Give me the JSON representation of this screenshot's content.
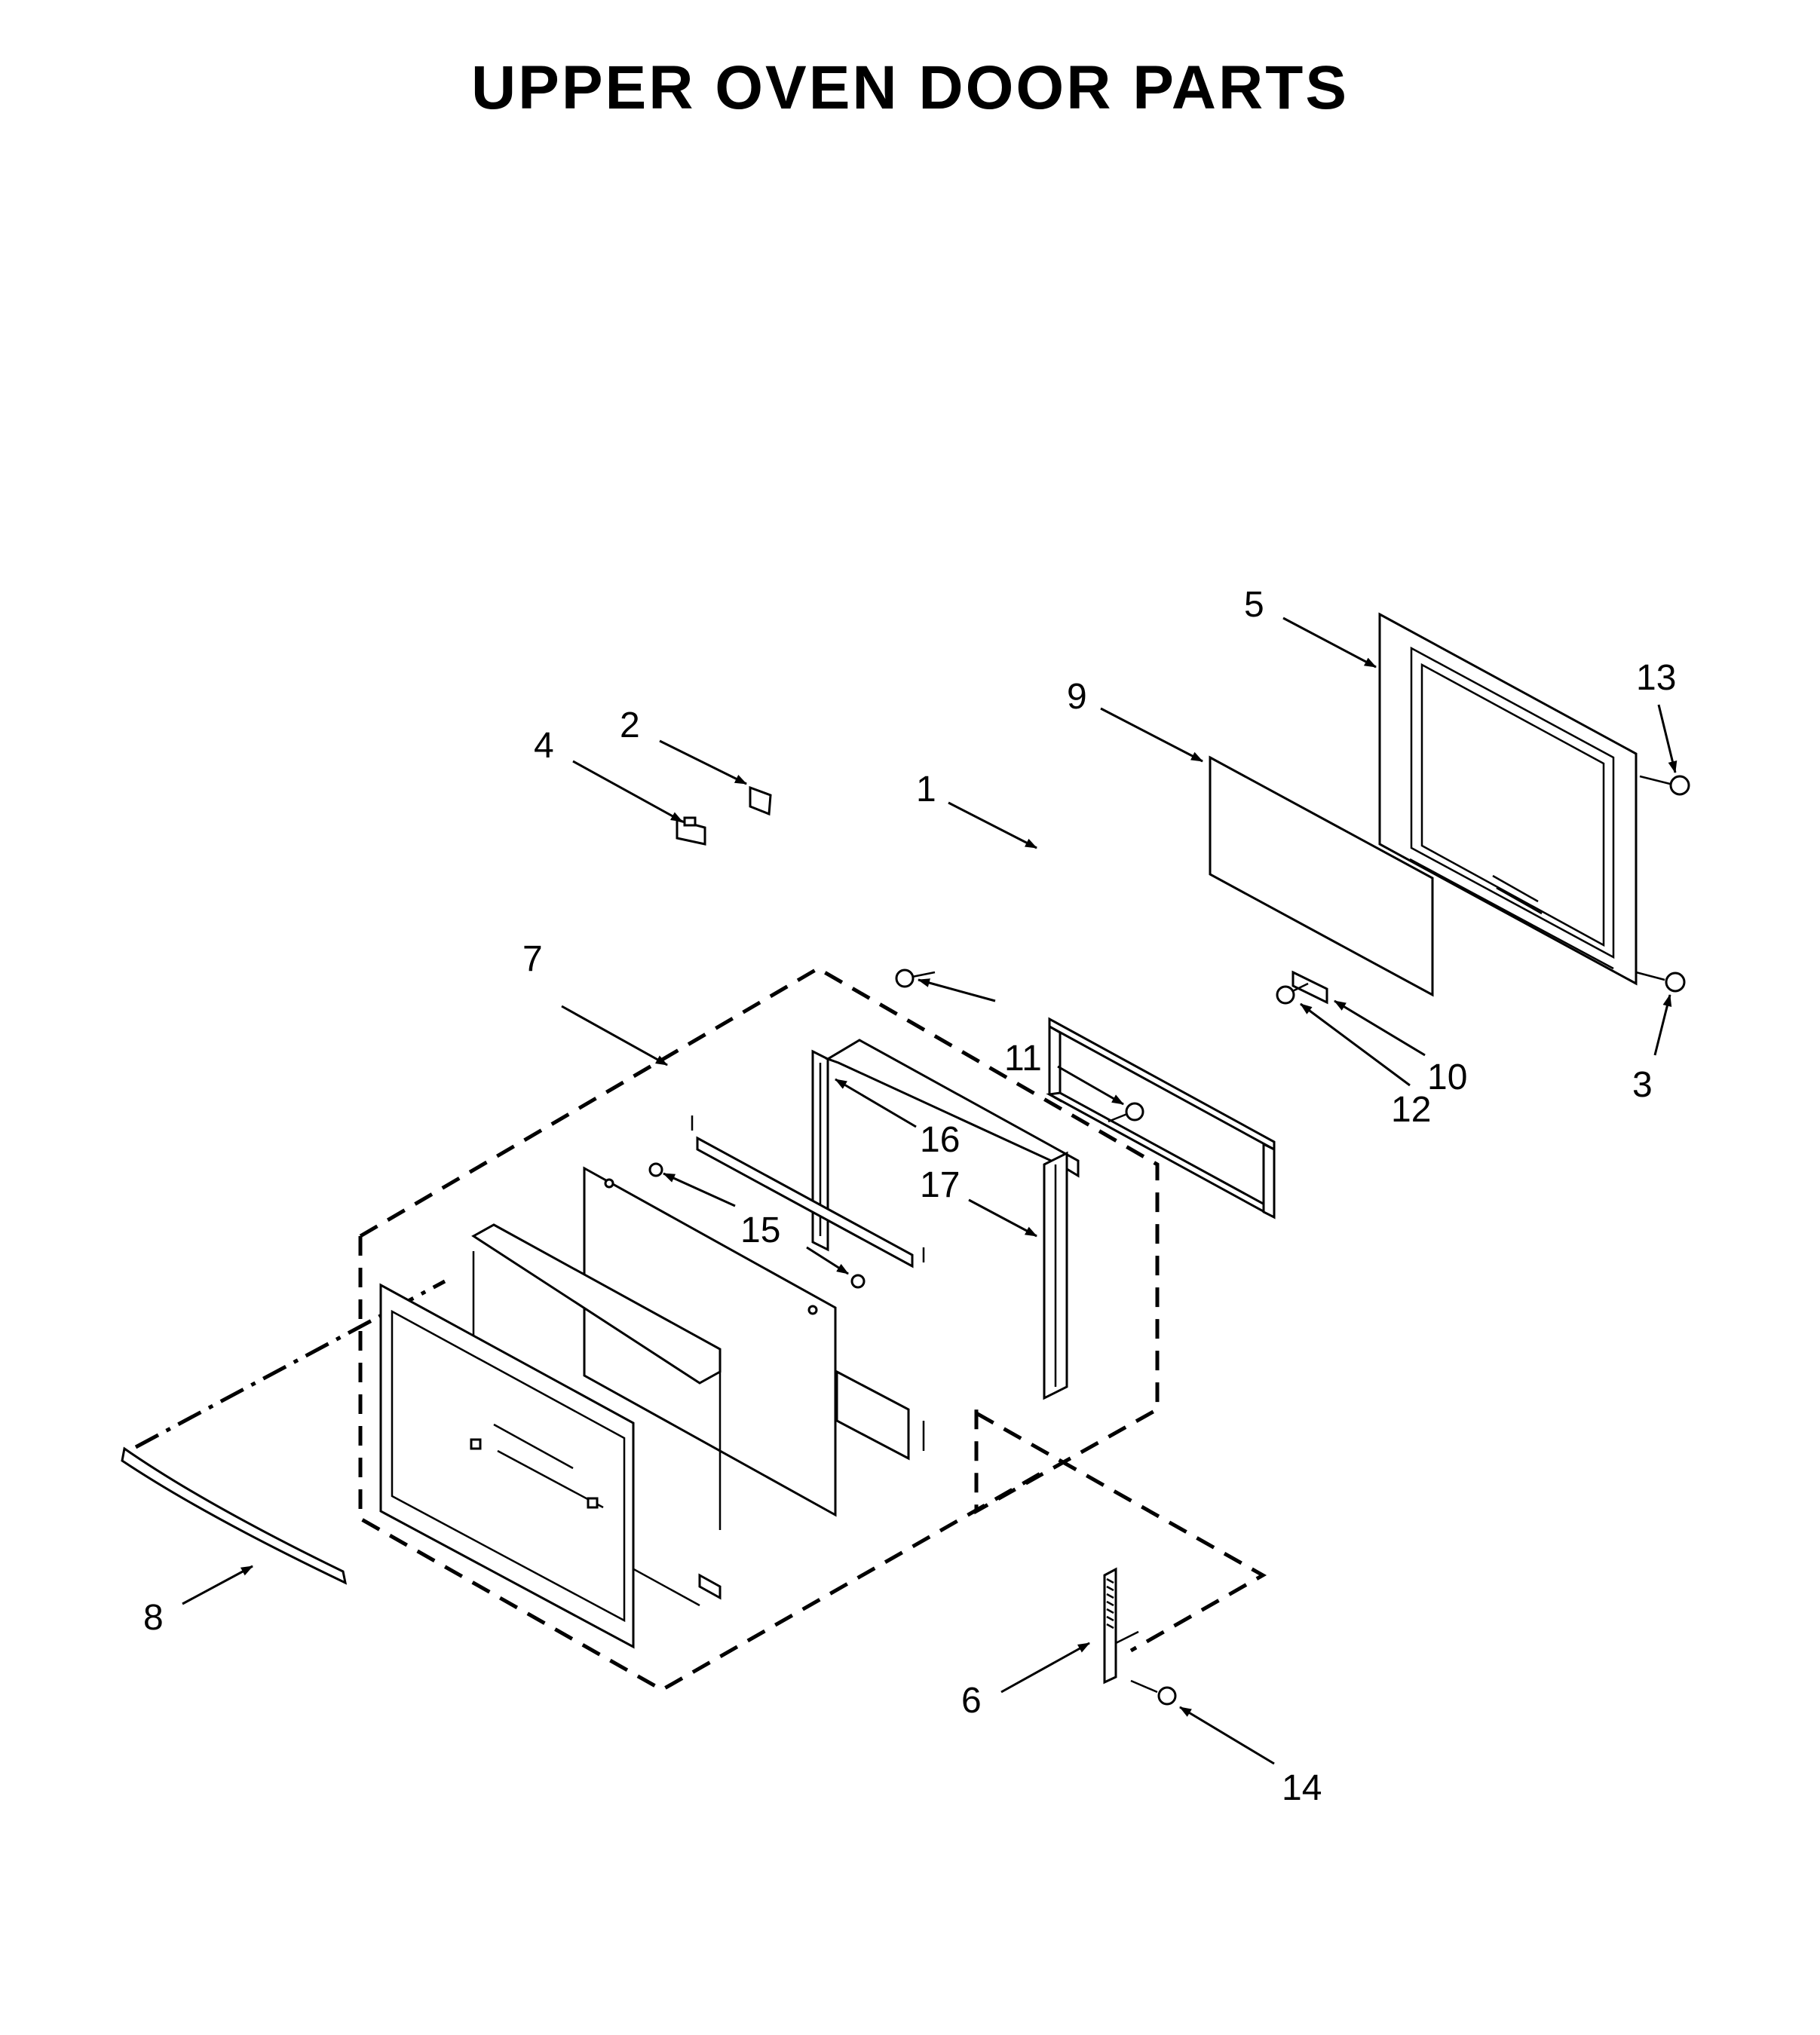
{
  "title": "UPPER OVEN DOOR PARTS",
  "callouts": [
    "1",
    "2",
    "3",
    "4",
    "5",
    "6",
    "7",
    "8",
    "9",
    "10",
    "11",
    "12",
    "13",
    "14",
    "15",
    "16",
    "17"
  ]
}
